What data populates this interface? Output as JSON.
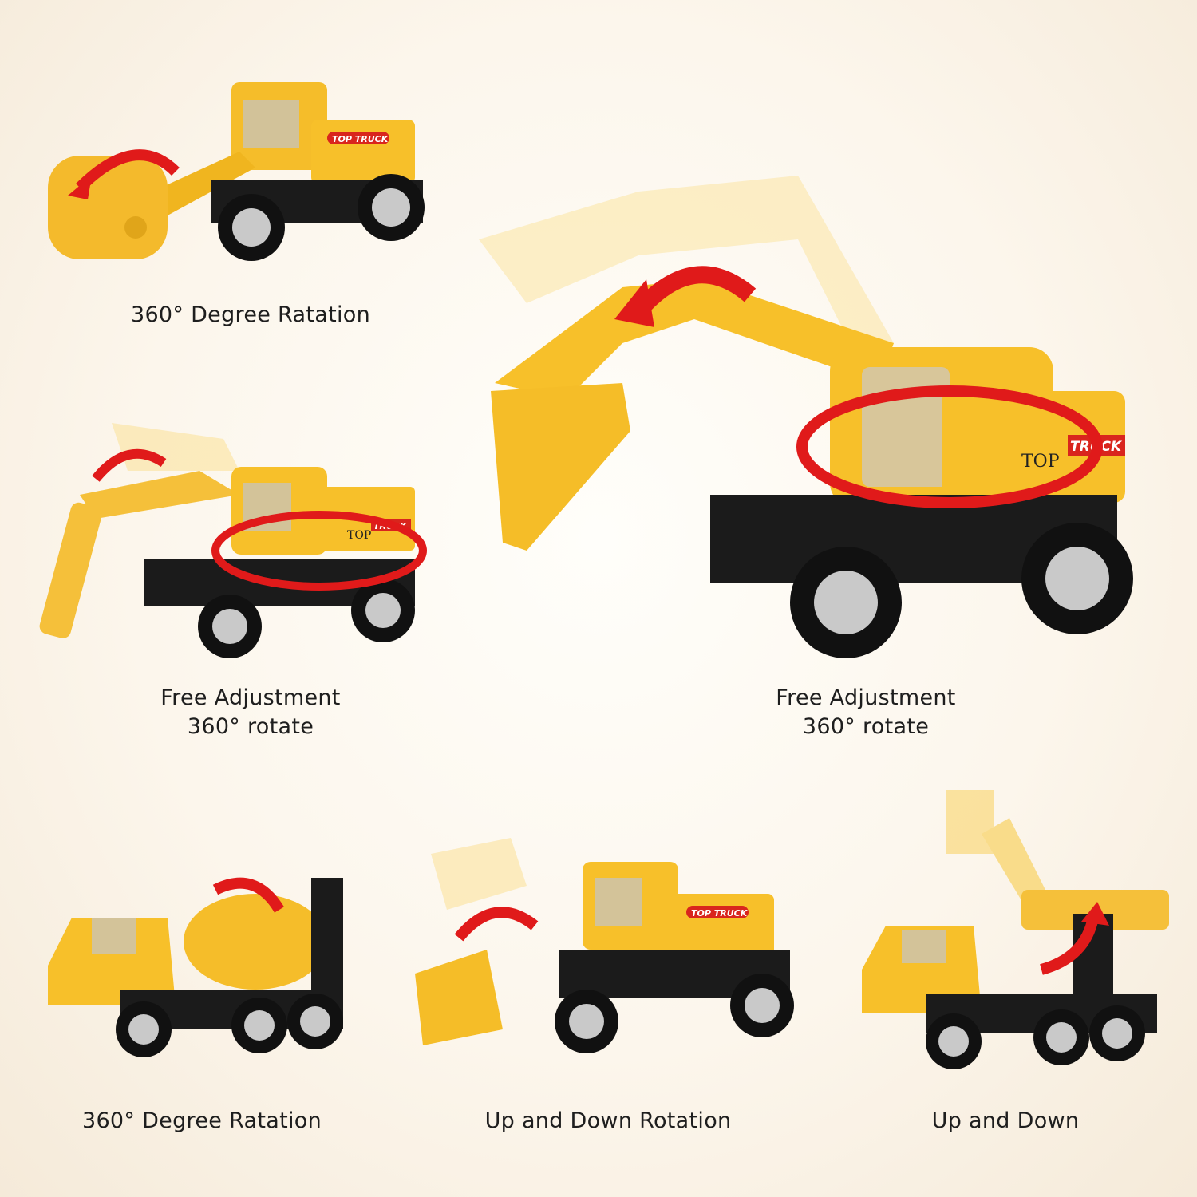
{
  "captions": {
    "roller": "360° Degree Ratation",
    "small_excavator_line1": "Free Adjustment",
    "small_excavator_line2": "360° rotate",
    "large_excavator_line1": "Free Adjustment",
    "large_excavator_line2": "360° rotate",
    "mixer": "360° Degree Ratation",
    "loader": "Up and Down Rotation",
    "bucket_truck": "Up and Down"
  },
  "decals": {
    "top_truck": "TOP TRUCK",
    "top": "TOP",
    "truck": "TRUCK"
  },
  "colors": {
    "body": "#f7c02a",
    "chassis": "#1a1a1a",
    "arrow": "#e01a1a",
    "ghost": "#fbe6a8"
  }
}
